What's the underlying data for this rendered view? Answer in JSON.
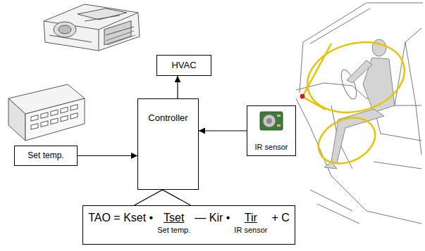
{
  "diagram": {
    "nodes": [
      {
        "text": [
          "HVAC"
        ]
      },
      {
        "text": [
          "Controller"
        ]
      },
      {
        "text": [
          "Set temp."
        ]
      },
      {
        "text": [
          "IR sensor"
        ]
      },
      {
        "text": [
          "TAO = Kset •",
          "Tset",
          "— Kir •",
          "Tir",
          "+ C",
          "Set temp.",
          "IR sensor"
        ]
      }
    ],
    "edges": [
      {
        "from": 1,
        "to": 0,
        "arrow": "to"
      },
      {
        "from": 3,
        "to": 1,
        "arrow": "to"
      },
      {
        "from": 2,
        "to": 1,
        "arrow": "to"
      },
      {
        "from": 1,
        "to": 4,
        "arrow": "none"
      }
    ]
  }
}
